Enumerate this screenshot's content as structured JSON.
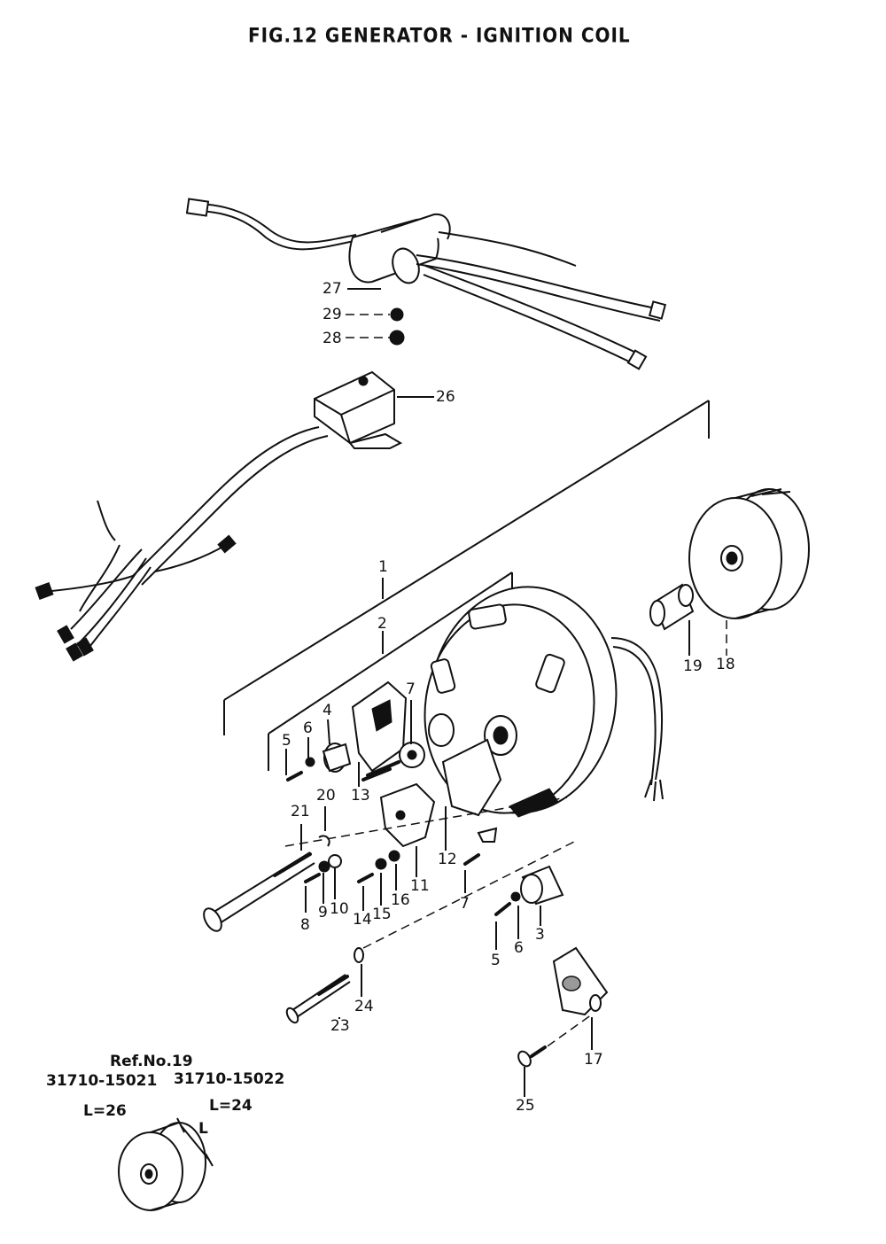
{
  "figure": {
    "title": "FIG.12  GENERATOR - IGNITION COIL"
  },
  "labels": {
    "p1": "1",
    "p2": "2",
    "p3": "3",
    "p4": "4",
    "p5a": "5",
    "p5b": "5",
    "p6a": "6",
    "p6b": "6",
    "p7a": "7",
    "p7b": "7",
    "p8": "8",
    "p9": "9",
    "p10": "10",
    "p11": "11",
    "p12": "12",
    "p13": "13",
    "p14": "14",
    "p15": "15",
    "p16": "16",
    "p17": "17",
    "p18": "18",
    "p19": "19",
    "p20": "20",
    "p21": "21",
    "p23": "23",
    "p24": "24",
    "p25": "25",
    "p26": "26",
    "p27": "27",
    "p28": "28",
    "p29": "29"
  },
  "reference": {
    "heading": "Ref.No.19",
    "part_a": "31710-15021",
    "part_b": "31710-15022",
    "length_a": "L=26",
    "length_b": "L=24",
    "dimension": "L"
  }
}
